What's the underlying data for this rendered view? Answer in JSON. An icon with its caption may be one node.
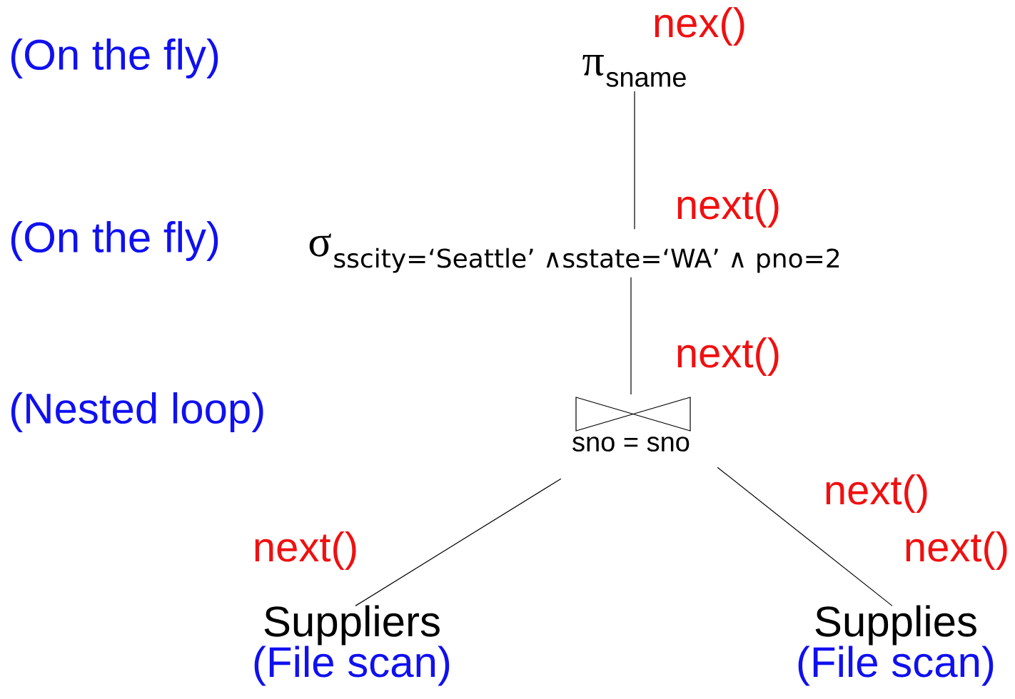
{
  "diagram": {
    "nodes": [
      {
        "text": [
          "π",
          "sname"
        ],
        "beside": [
          "nex()"
        ]
      },
      {
        "text": [
          "σ",
          "sscity=‘Seattle’ ∧sstate=‘WA’ ∧ pno=2"
        ]
      },
      {
        "text": [
          "sno = sno"
        ]
      },
      {
        "text": [
          "Suppliers",
          "(File scan)"
        ]
      },
      {
        "text": [
          "Supplies",
          "(File scan)"
        ],
        "beside": [
          "next()"
        ]
      }
    ],
    "edges": [
      {
        "from": 1,
        "to": 0,
        "arrow": "none",
        "label": "next()"
      },
      {
        "from": 2,
        "to": 1,
        "arrow": "none",
        "label": "next()"
      },
      {
        "from": 3,
        "to": 2,
        "arrow": "none",
        "label": "next()"
      },
      {
        "from": 4,
        "to": 2,
        "arrow": "none",
        "label": "next()"
      }
    ],
    "labels": [
      "(On the fly)",
      "(On the fly)",
      "(Nested loop)"
    ]
  }
}
